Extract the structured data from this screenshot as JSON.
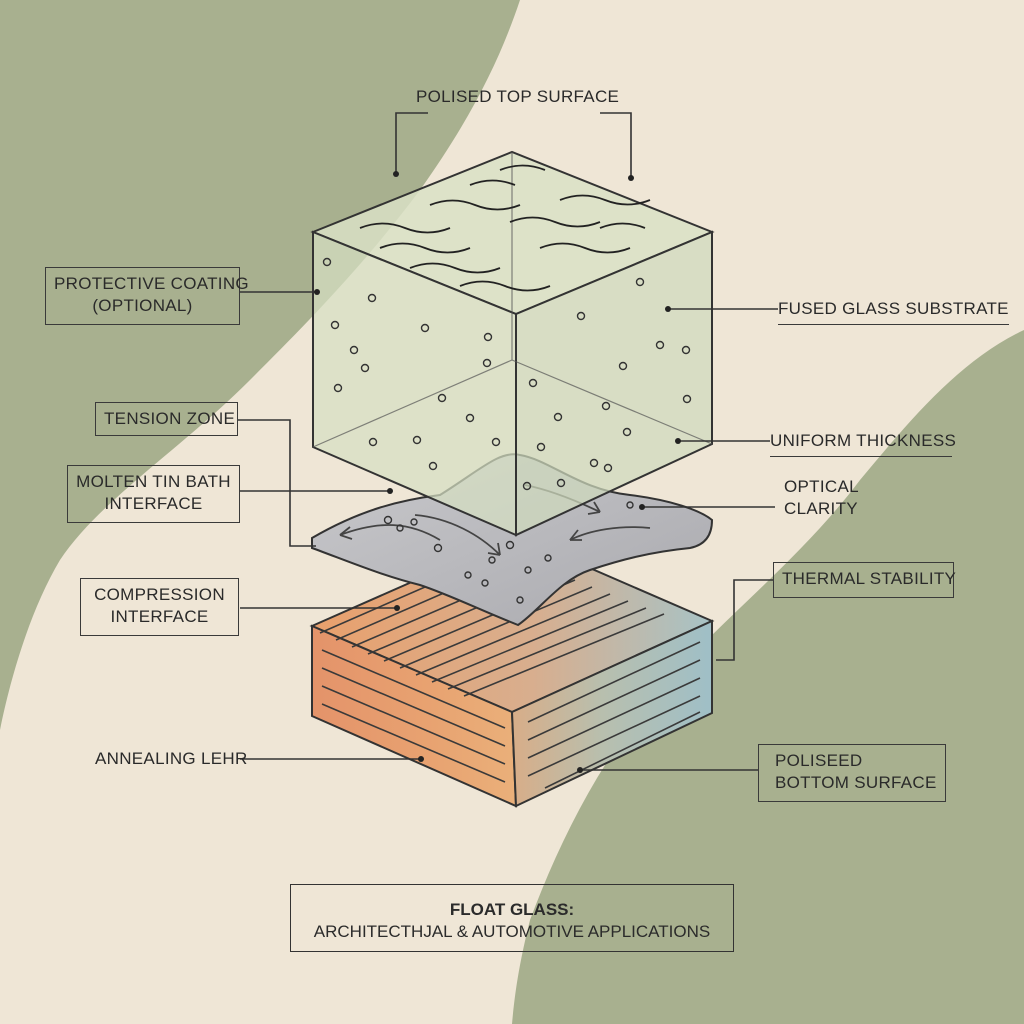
{
  "labels": {
    "top_surface": "POLISED TOP SURFACE",
    "protective_coating": [
      "PROTECTIVE COATING",
      "(OPTIONAL)"
    ],
    "fused_glass": "FUSED GLASS SUBSTRATE",
    "tension_zone": "TENSION ZONE",
    "uniform_thickness": "UNIFORM THICKNESS",
    "molten_tin": [
      "MOLTEN TIN BATH",
      "INTERFACE"
    ],
    "optical_clarity": [
      "OPTICAL",
      "CLARITY"
    ],
    "thermal_stability": "THERMAL STABILITY",
    "compression": [
      "COMPRESSION",
      "INTERFACE"
    ],
    "annealing": "ANNEALING LEHR",
    "bottom_surface": [
      "POLISEED",
      "BOTTOM SURFACE"
    ]
  },
  "title": {
    "line1": "FLOAT GLASS:",
    "line2": "ARCHITECTHJAL & AUTOMOTIVE APPLICATIONS"
  },
  "colors": {
    "background": "#efe6d6",
    "blob": "#a8b08f",
    "glass": "#d7e0c4",
    "tin": "#b9b9bd",
    "lehr_warm": "#e49a6a",
    "lehr_cool": "#9fbfc6"
  }
}
